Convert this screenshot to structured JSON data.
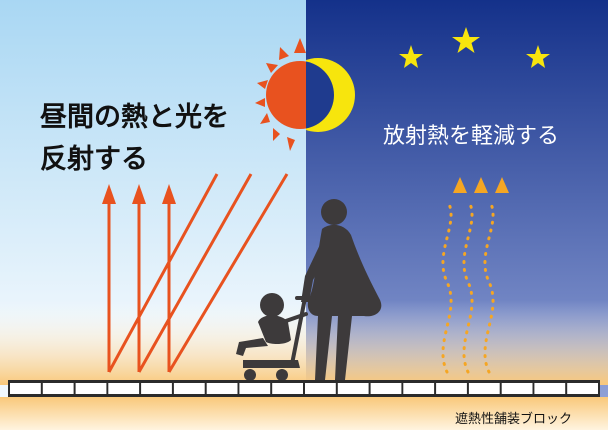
{
  "texts": {
    "day_line1": "昼間の熱と光を",
    "day_line2": "反射する",
    "night": "放射熱を軽減する",
    "paving": "遮熱性舗装ブロック"
  },
  "colors": {
    "sky_day_top": "#a9d7f3",
    "sky_day_bottom": "#f1f8fd",
    "sky_night_top": "#14318a",
    "sky_night_bottom": "#8fa0d6",
    "sun": "#e8521f",
    "moon": "#f7e50d",
    "star": "#f7e50d",
    "reflect_arrow": "#e8521f",
    "heat_wave": "#f5a623",
    "silhouette": "#3d3a3b",
    "ground_glow": "#f9c87a",
    "pavement_fill": "#ffffff",
    "pavement_stroke": "#2b2b2b"
  },
  "icons": {
    "sun": "sun-icon",
    "moon": "crescent-moon-icon",
    "star": "star-icon",
    "person": "woman-pushing-stroller-icon"
  }
}
